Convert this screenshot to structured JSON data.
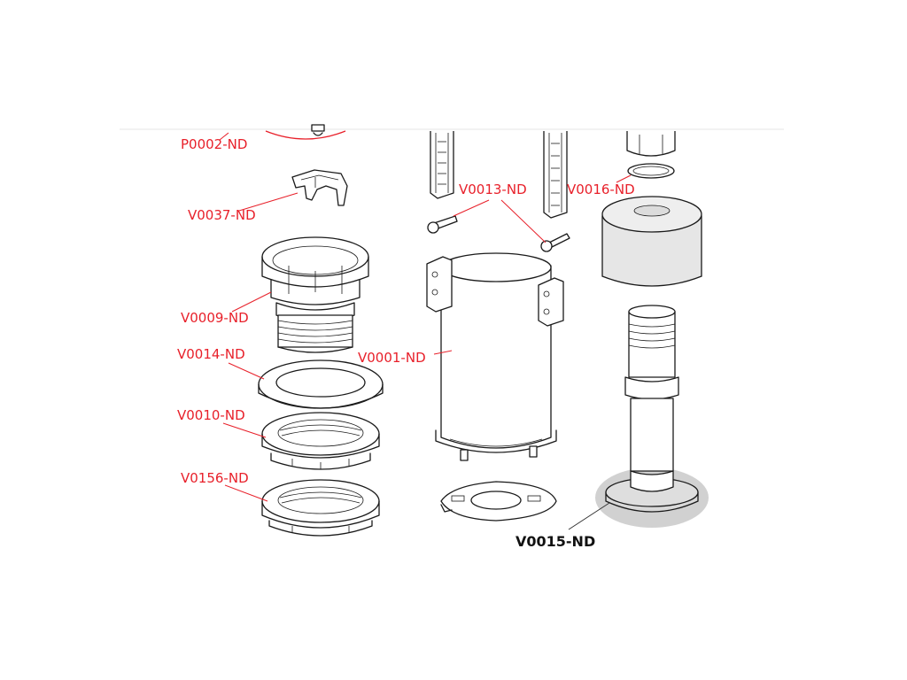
{
  "colors": {
    "label": "#e8202a",
    "highlight_label": "#111111",
    "highlight_halo": "#c9c9c9",
    "line_art": "#1a1a1a",
    "background": "#ffffff"
  },
  "labels": {
    "p0002": "P0002-ND",
    "v0037": "V0037-ND",
    "v0009": "V0009-ND",
    "v0014": "V0014-ND",
    "v0010": "V0010-ND",
    "v0156": "V0156-ND",
    "v0013": "V0013-ND",
    "v0016": "V0016-ND",
    "v0001": "V0001-ND",
    "v0015": "V0015-ND"
  },
  "highlighted_part": "V0015-ND"
}
